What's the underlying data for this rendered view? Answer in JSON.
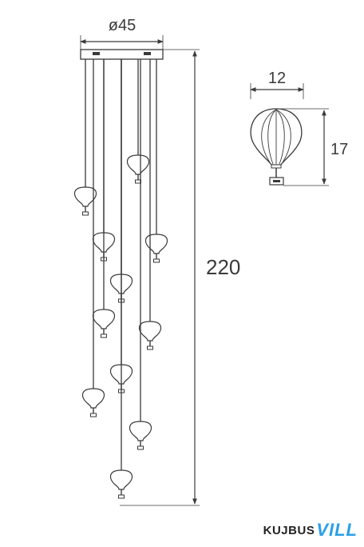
{
  "dimensions": {
    "canopy_diameter": "ø45",
    "total_height": "220",
    "shade_width": "12",
    "shade_height": "17"
  },
  "brand": {
    "name_dark": "KUJBUS",
    "name_blue": "VILL"
  },
  "colors": {
    "line": "#3a3a3a",
    "brand_blue": "#2a9fe8"
  }
}
